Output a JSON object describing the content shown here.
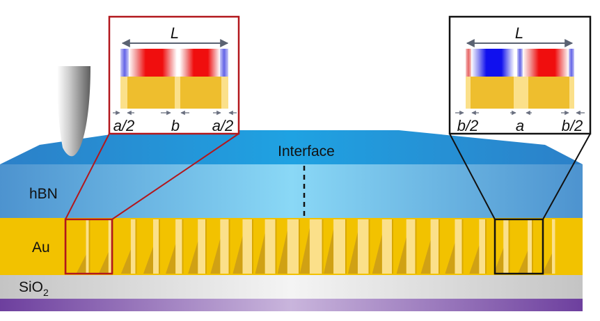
{
  "layers": {
    "hbn": "hBN",
    "au": "Au",
    "sio2_main": "SiO",
    "sio2_sub": "2"
  },
  "interface_label": "Interface",
  "left_inset": {
    "length_label": "L",
    "dim_left": "a/2",
    "dim_mid": "b",
    "dim_right": "a/2"
  },
  "right_inset": {
    "length_label": "L",
    "dim_left": "b/2",
    "dim_mid": "a",
    "dim_right": "b/2"
  },
  "colors": {
    "left_highlight": "#b2171c",
    "right_highlight": "#111111",
    "gold": "#f2c200",
    "gold_light": "#fbe08a",
    "gold_dark": "#c99a00",
    "hbn_blue": "#4f9ad3",
    "substrate": "#d2d2d2",
    "base_purple": "#7b55a8"
  }
}
